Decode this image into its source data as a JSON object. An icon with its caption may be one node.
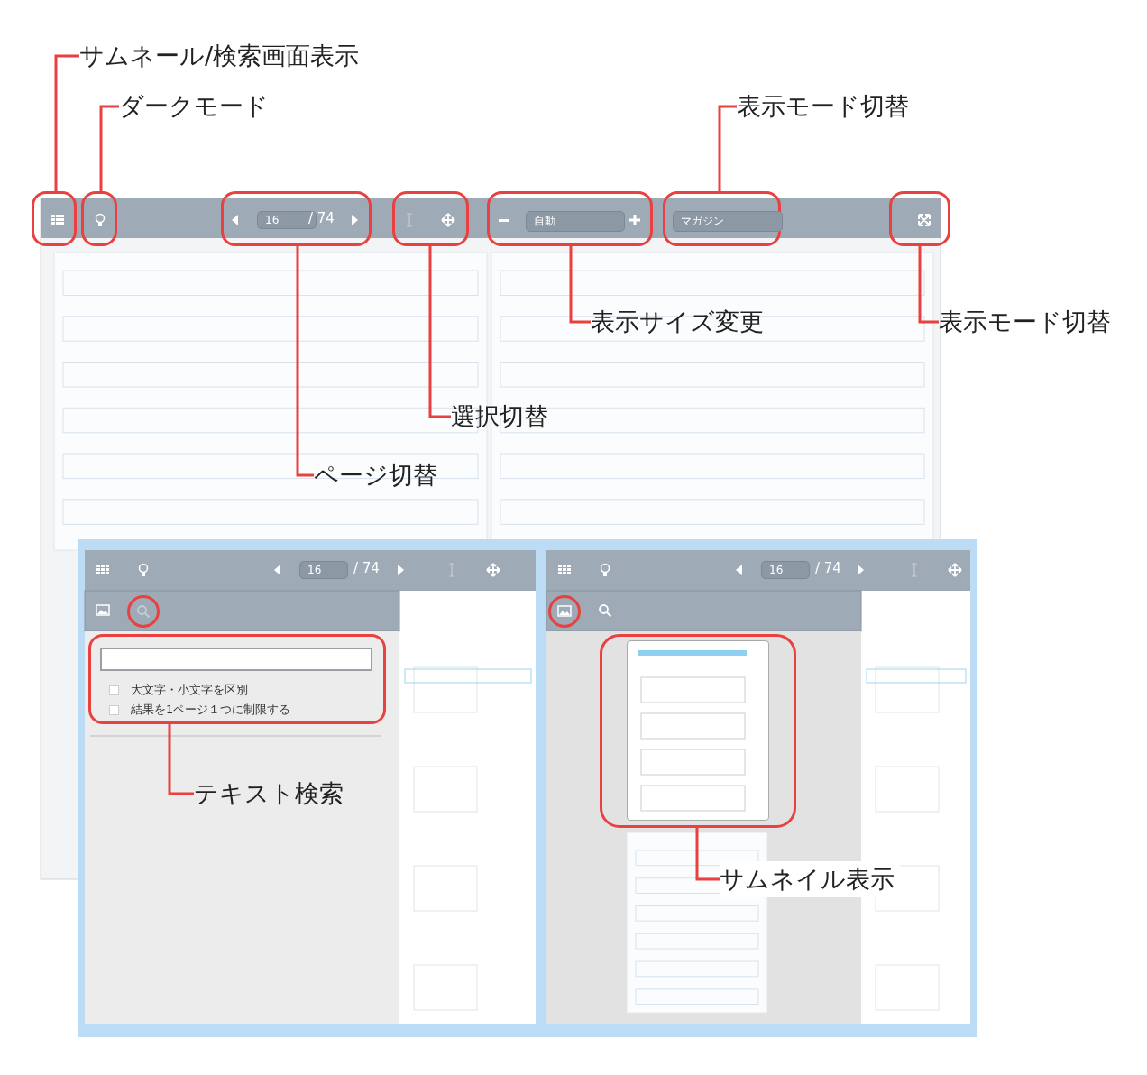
{
  "diagram": {
    "nodes": [
      {
        "text": [
          "サムネール/検索画面表示"
        ]
      },
      {
        "text": [
          "ダークモード"
        ]
      },
      {
        "text": [
          "表示モード切替"
        ]
      },
      {
        "text": [
          "表示サイズ変更"
        ]
      },
      {
        "text": [
          "表示モード切替"
        ]
      },
      {
        "text": [
          "選択切替"
        ]
      },
      {
        "text": [
          "ページ切替"
        ]
      },
      {
        "text": [
          "テキスト検索"
        ]
      },
      {
        "text": [
          "サムネイル表示"
        ]
      },
      {
        "text": [],
        "shape": "box"
      },
      {
        "text": [],
        "shape": "box"
      },
      {
        "text": [
          "16",
          "/ 74"
        ]
      },
      {
        "text": [],
        "shape": "box"
      },
      {
        "text": [
          "自動"
        ]
      },
      {
        "text": [
          "マガジン"
        ]
      },
      {
        "text": [],
        "shape": "box"
      },
      {
        "text": [],
        "shape": "circle"
      },
      {
        "text": [
          "大文字・小文字を区別",
          "結果を1ページ１つに制限する"
        ]
      },
      {
        "text": [],
        "shape": "circle"
      },
      {
        "text": [],
        "shape": "picture"
      }
    ],
    "edges": [
      {
        "from": 0,
        "to": 9,
        "arrow": "none"
      },
      {
        "from": 1,
        "to": 10,
        "arrow": "none"
      },
      {
        "from": 2,
        "to": 14,
        "arrow": "none"
      },
      {
        "from": 3,
        "to": 13,
        "arrow": "none"
      },
      {
        "from": 4,
        "to": 15,
        "arrow": "none"
      },
      {
        "from": 5,
        "to": 12,
        "arrow": "none"
      },
      {
        "from": 6,
        "to": 11,
        "arrow": "none"
      },
      {
        "from": 7,
        "to": 17,
        "arrow": "none"
      },
      {
        "from": 8,
        "to": 19,
        "arrow": "none"
      }
    ],
    "labels": [
      "16",
      "/ 74",
      "16",
      "/ 74"
    ]
  }
}
